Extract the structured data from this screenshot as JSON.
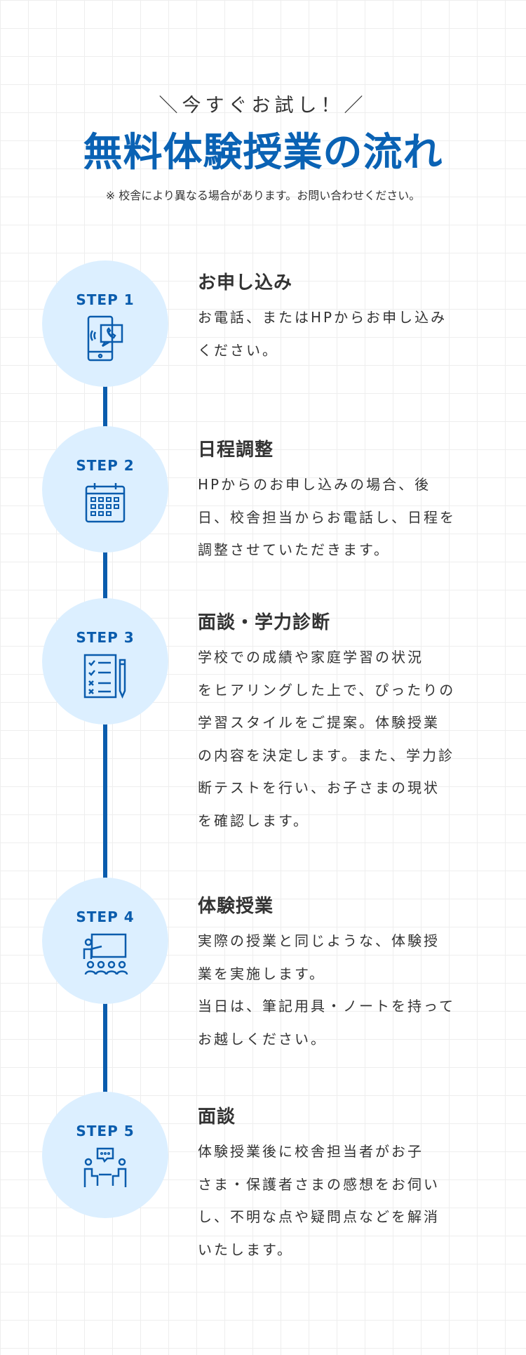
{
  "header": {
    "catch": "＼今すぐお試し！／",
    "title": "無料体験授業の流れ",
    "note": "※ 校舎により異なる場合があります。お問い合わせください。"
  },
  "colors": {
    "accent": "#0a5cad",
    "circle": "#dcefff",
    "text": "#333333"
  },
  "steps": [
    {
      "label": "STEP 1",
      "icon": "smartphone-call-icon",
      "title": "お申し込み",
      "lines": [
        "お電話、またはHPからお申し込み",
        "ください。"
      ]
    },
    {
      "label": "STEP 2",
      "icon": "calendar-icon",
      "title": "日程調整",
      "lines": [
        "HPからのお申し込みの場合、後",
        "日、校舎担当からお電話し、日程を",
        "調整させていただきます。"
      ]
    },
    {
      "label": "STEP 3",
      "icon": "checklist-pencil-icon",
      "title": "面談・学力診断",
      "lines": [
        "学校での成績や家庭学習の状況",
        "をヒアリングした上で、ぴったりの",
        "学習スタイルをご提案。体験授業",
        "の内容を決定します。また、学力診",
        "断テストを行い、お子さまの現状",
        "を確認します。"
      ]
    },
    {
      "label": "STEP 4",
      "icon": "classroom-icon",
      "title": "体験授業",
      "lines": [
        "実際の授業と同じような、体験授",
        "業を実施します。",
        "当日は、筆記用具・ノートを持って",
        "お越しください。"
      ]
    },
    {
      "label": "STEP 5",
      "icon": "meeting-icon",
      "title": "面談",
      "lines": [
        "体験授業後に校舎担当者がお子",
        "さま・保護者さまの感想をお伺い",
        "し、不明な点や疑問点などを解消",
        "いたします。"
      ]
    }
  ]
}
